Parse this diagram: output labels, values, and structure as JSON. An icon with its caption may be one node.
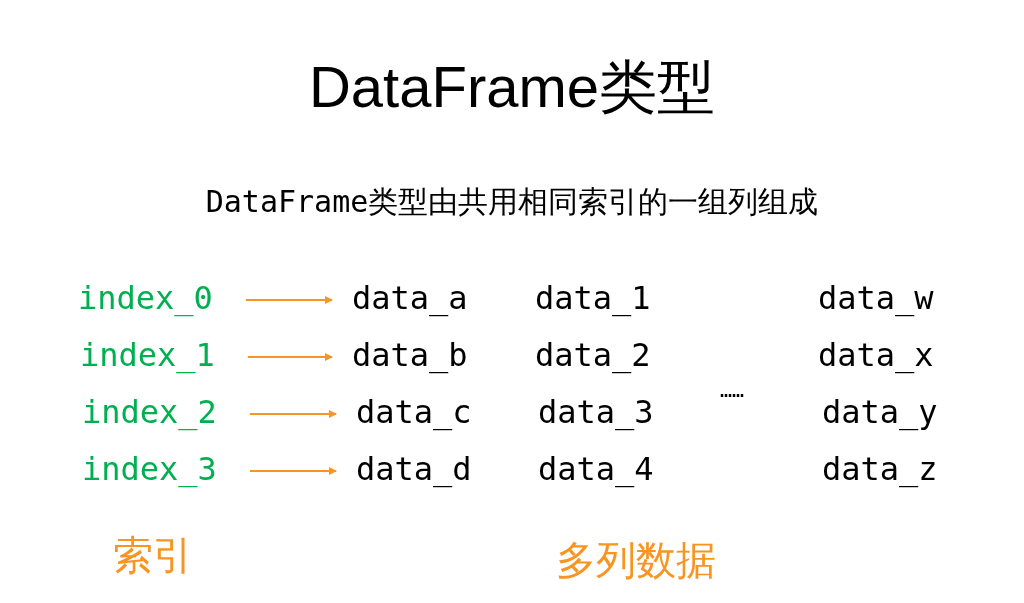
{
  "diagram": {
    "title": "DataFrame类型",
    "caption": "DataFrame类型由共用相同索引的一组列组成",
    "nodes": [
      {
        "text": [
          "index_0"
        ]
      },
      {
        "text": [
          "index_1"
        ]
      },
      {
        "text": [
          "index_2"
        ]
      },
      {
        "text": [
          "index_3"
        ]
      },
      {
        "text": [
          "data_a"
        ]
      },
      {
        "text": [
          "data_b"
        ]
      },
      {
        "text": [
          "data_c"
        ]
      },
      {
        "text": [
          "data_d"
        ]
      }
    ],
    "edges": [
      {
        "from": 0,
        "to": 4,
        "arrow": "to"
      },
      {
        "from": 1,
        "to": 5,
        "arrow": "to"
      },
      {
        "from": 2,
        "to": 6,
        "arrow": "to"
      },
      {
        "from": 3,
        "to": 7,
        "arrow": "to"
      }
    ],
    "labels": [
      "data_1",
      "data_w",
      "data_2",
      "data_x",
      "……",
      "data_3",
      "data_y",
      "data_4",
      "data_z",
      "索引",
      "多列数据"
    ]
  }
}
